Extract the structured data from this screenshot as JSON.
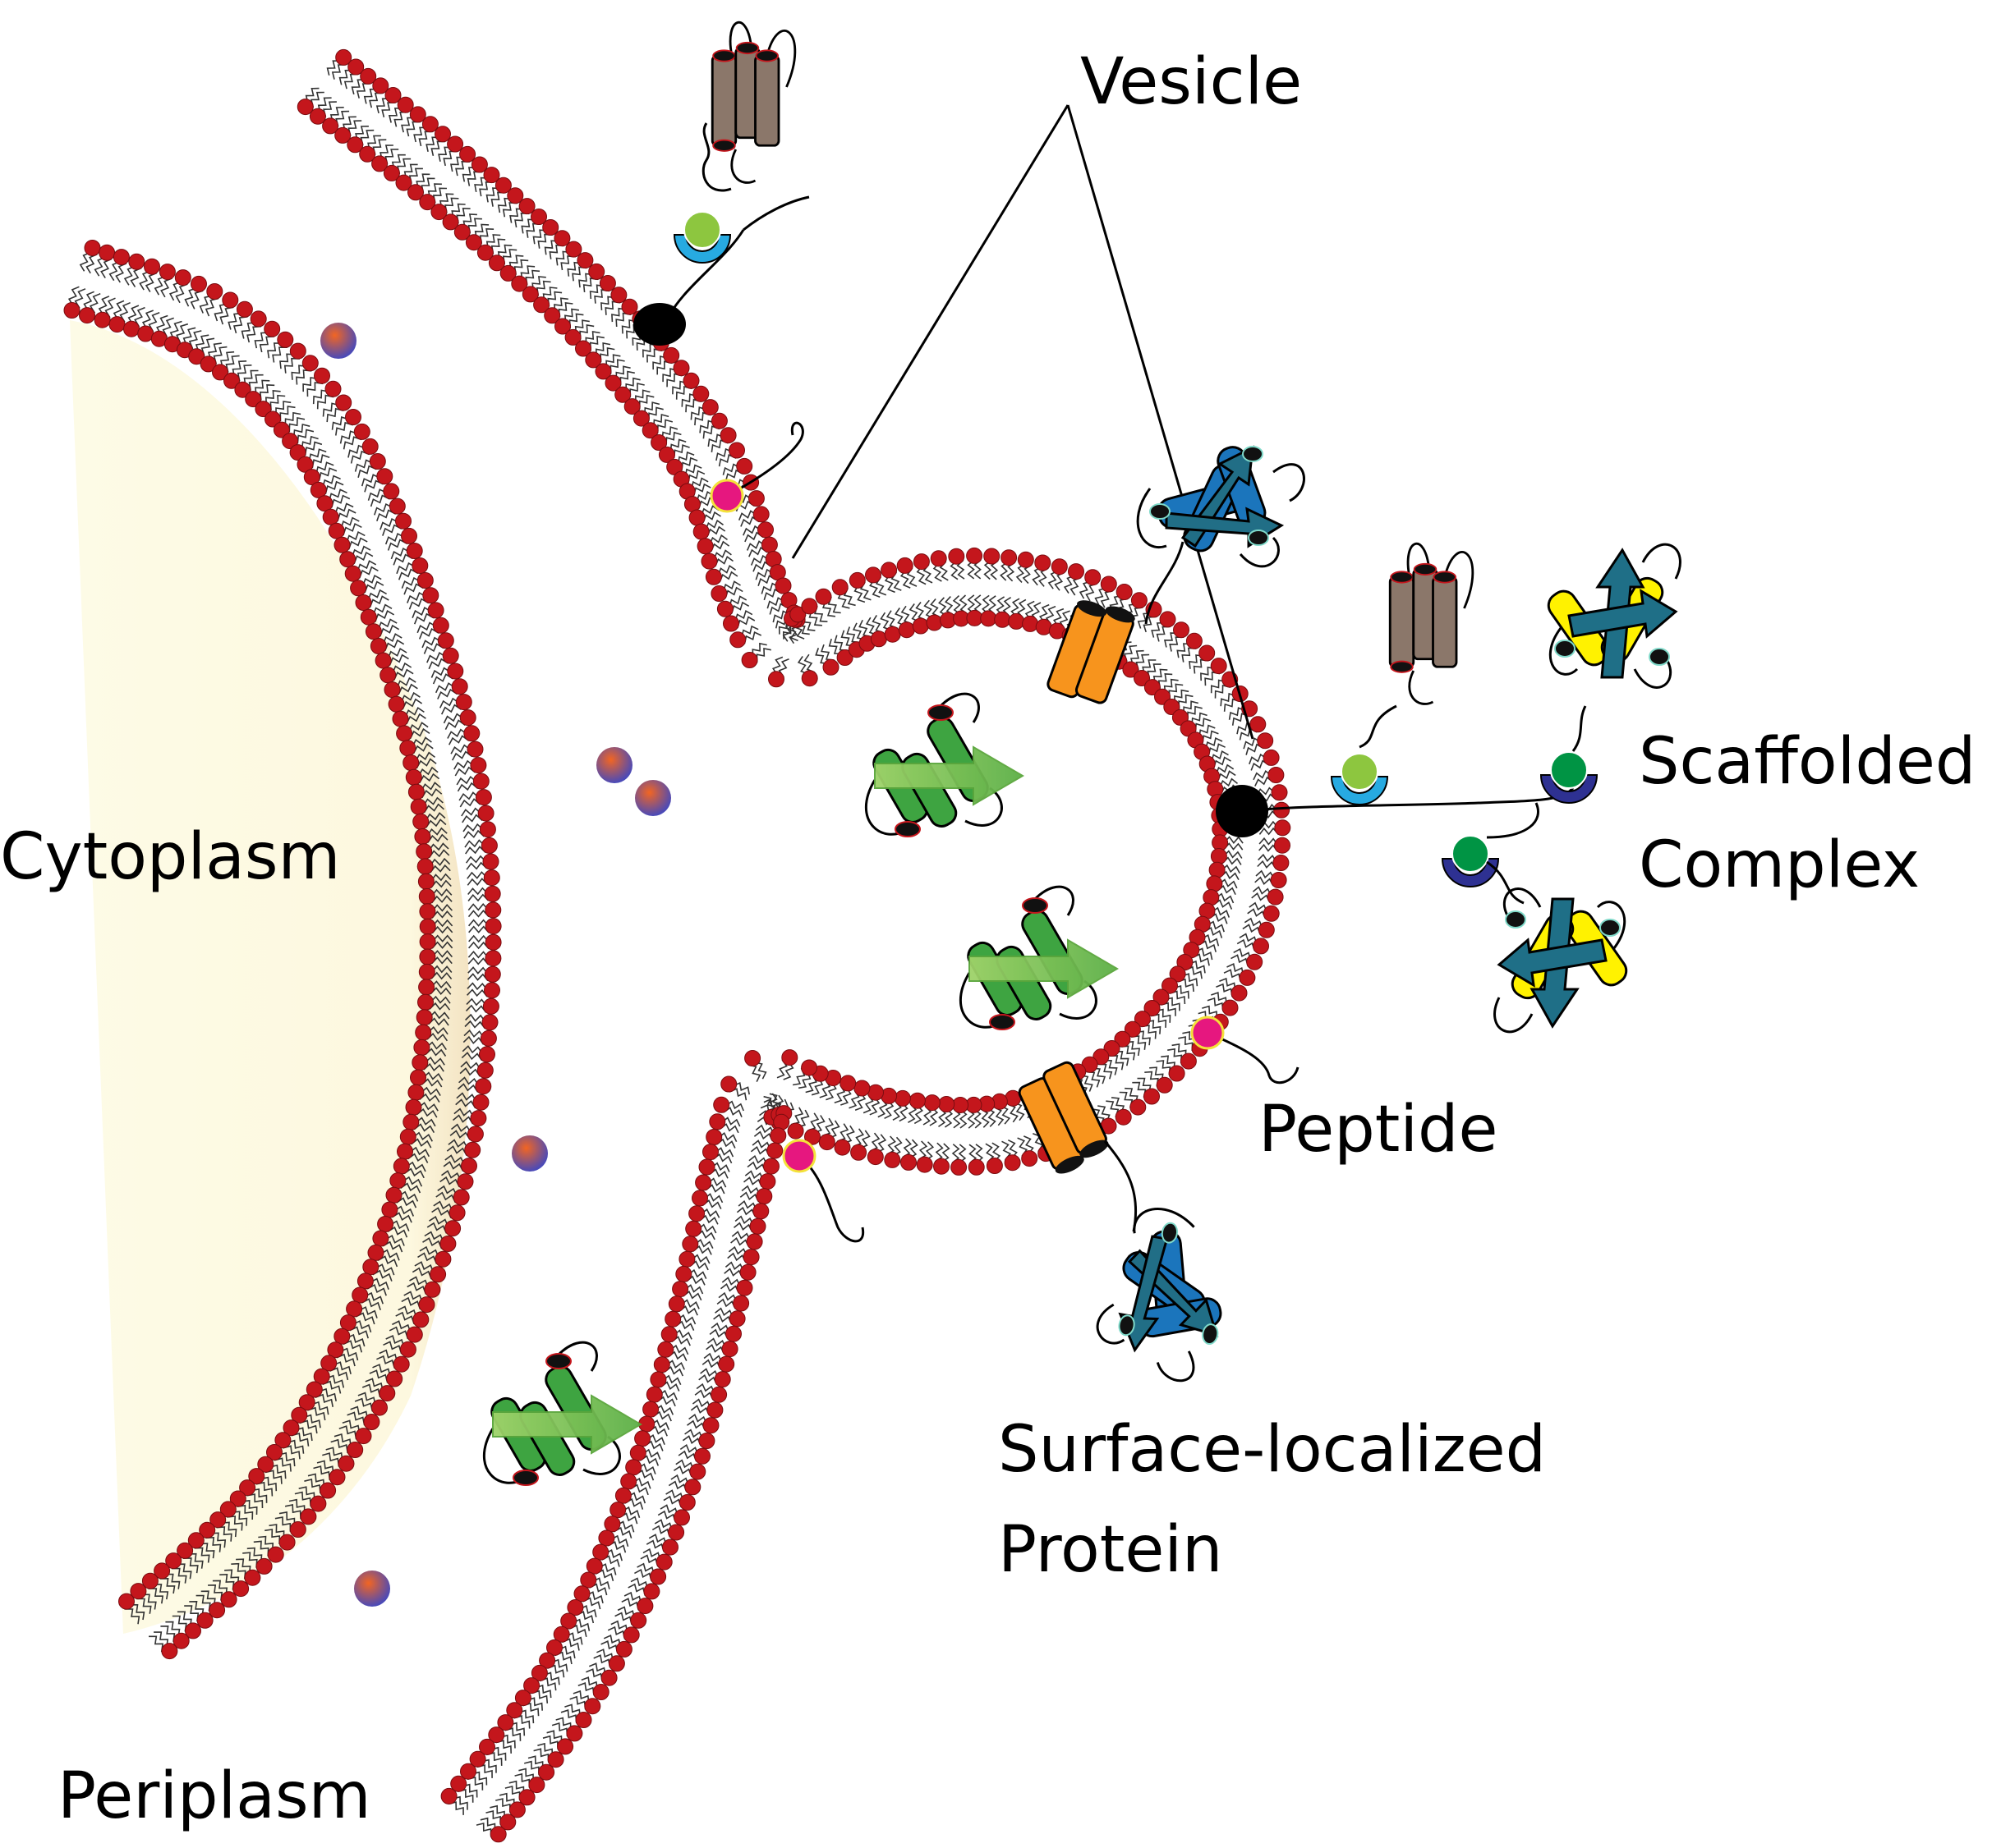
{
  "labels": {
    "vesicle": "Vesicle",
    "scaffolded_line1": "Scaffolded",
    "scaffolded_line2": "Complex",
    "cytoplasm": "Cytoplasm",
    "peptide": "Peptide",
    "surface_line1": "Surface-localized",
    "surface_line2": "Protein",
    "periplasm": "Periplasm"
  },
  "colors": {
    "cytoplasm_fill": "#fdfbe3",
    "lipid_head": "#c4161c",
    "lipid_head_dark": "#7a0c10",
    "lipid_tail": "#333333",
    "anchor": "#000000",
    "peptide_anchor": "#e6177f",
    "peptide_ring": "#f4e23a",
    "transmembrane_barrel": "#f7941d",
    "periplasmic_protein": "#3ea441",
    "periplasmic_arrow": "#8cc63f",
    "surface_protein": "#1b75bc",
    "surface_protein_strand": "#216e86",
    "scaffold_helix": "#8b776a",
    "dockerin_green": "#8dc63f",
    "cohesin_cyan": "#27aae1",
    "cohesin_navy": "#2e3192",
    "enzyme_yellow": "#fff200",
    "enzyme_strand": "#1f6f87",
    "enzyme_dockerin": "#009444",
    "small_molecule_a": "#f26522",
    "small_molecule_b": "#4a4ab8"
  },
  "icons": {
    "cytoplasm": "cytoplasm-region",
    "outer_membrane": "lipid-bilayer-icon",
    "vesicle": "vesicle-icon",
    "scaffold": "scaffold-protein-icon",
    "enzyme": "enzyme-icon",
    "periplasmic_protein": "periplasmic-protein-icon",
    "surface_protein": "surface-protein-icon",
    "small_molecule": "small-molecule-icon"
  }
}
